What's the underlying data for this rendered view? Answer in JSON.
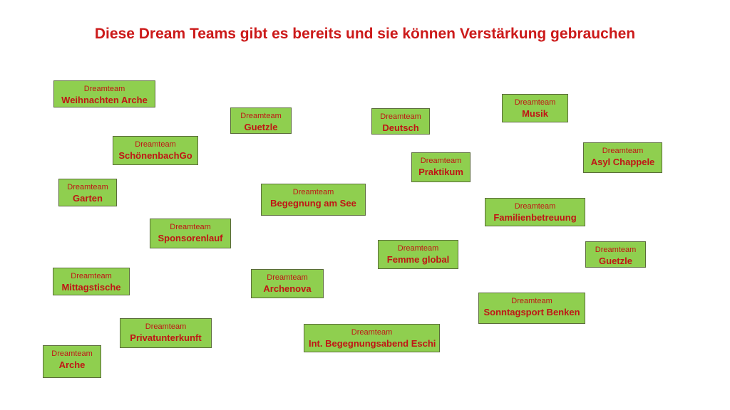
{
  "title": "Diese Dream Teams gibt es bereits und sie können Verstärkung gebrauchen",
  "prefix": "Dreamteam",
  "colors": {
    "box": "#8fcf4f",
    "text": "#c01515",
    "title": "#cc1a1a"
  },
  "teams": [
    "Weihnachten Arche",
    "Guetzle",
    "Deutsch",
    "Musik",
    "SchönenbachGo",
    "Asyl Chappele",
    "Praktikum",
    "Garten",
    "Begegnung am See",
    "Familienbetreuung",
    "Sponsorenlauf",
    "Femme global",
    "Guetzle",
    "Mittagstische",
    "Archenova",
    "Sonntagsport Benken",
    "Privatunterkunft",
    "Int. Begegnungsabend Eschi",
    "Arche"
  ]
}
